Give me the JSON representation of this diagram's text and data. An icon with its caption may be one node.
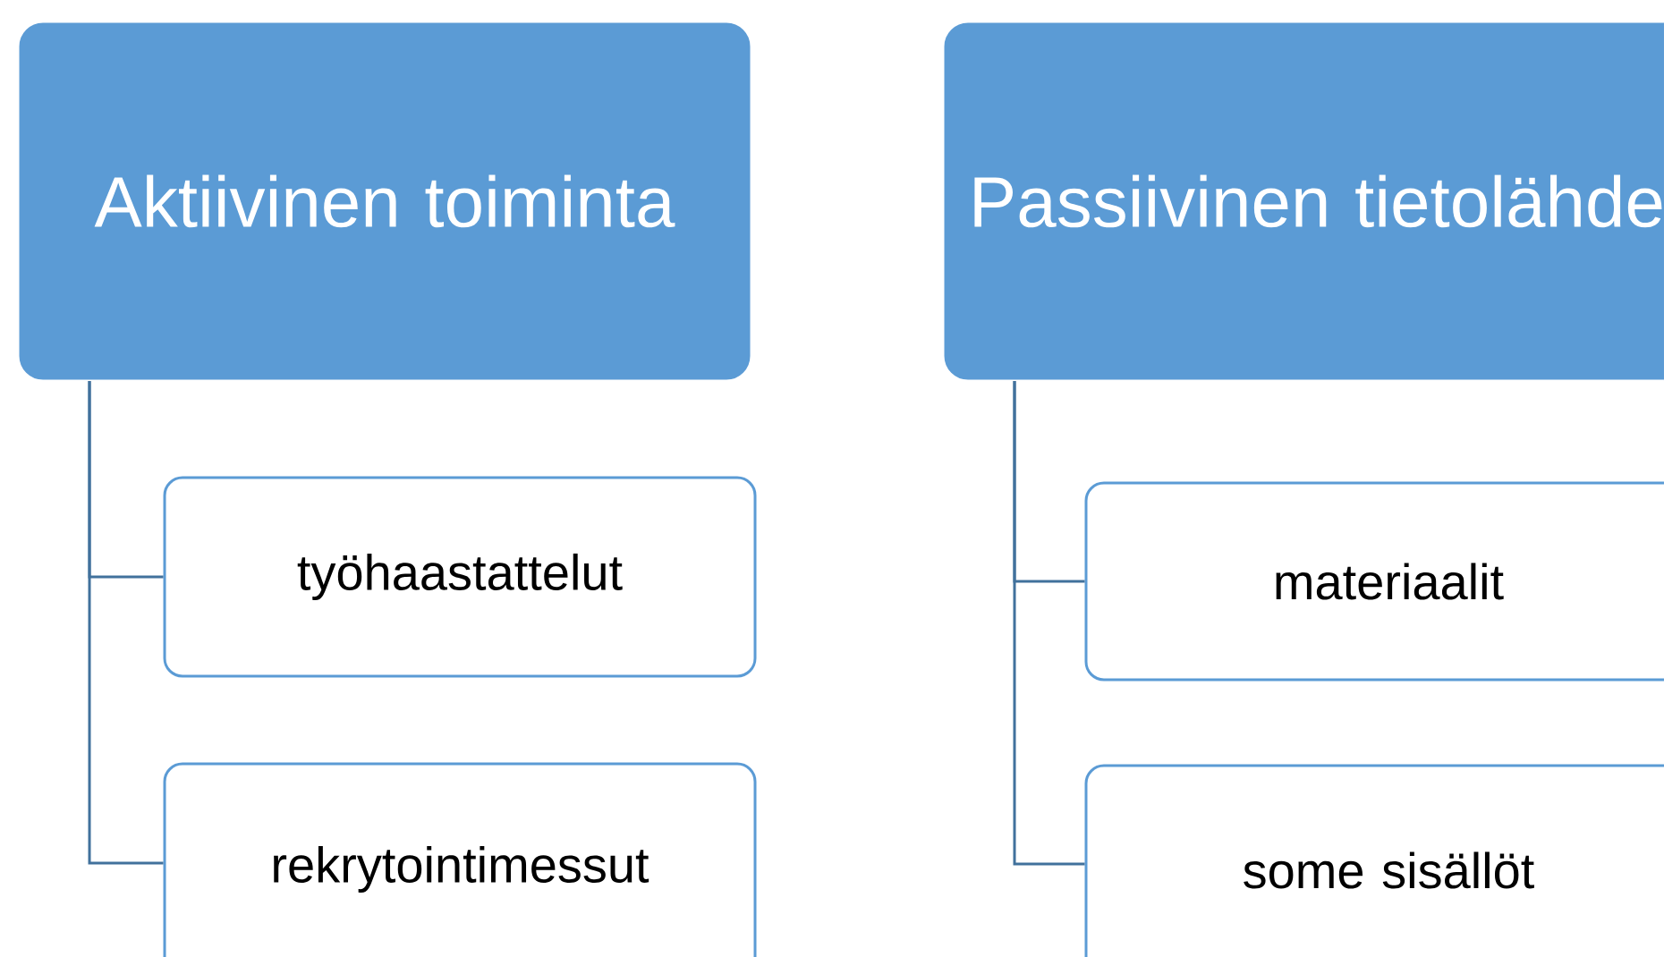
{
  "diagram": {
    "nodes": [
      {
        "text": [
          "Aktiivinen toiminta"
        ]
      },
      {
        "text": [
          "työhaastattelut"
        ]
      },
      {
        "text": [
          "rekrytointimessut"
        ]
      },
      {
        "text": [
          "Passiivinen tietolähde"
        ]
      },
      {
        "text": [
          "materiaalit"
        ]
      },
      {
        "text": [
          "some sisällöt"
        ]
      }
    ],
    "edges": [
      {
        "from": 0,
        "to": 1,
        "arrow": "none"
      },
      {
        "from": 0,
        "to": 2,
        "arrow": "none"
      },
      {
        "from": 3,
        "to": 4,
        "arrow": "none"
      },
      {
        "from": 3,
        "to": 5,
        "arrow": "none"
      }
    ]
  }
}
